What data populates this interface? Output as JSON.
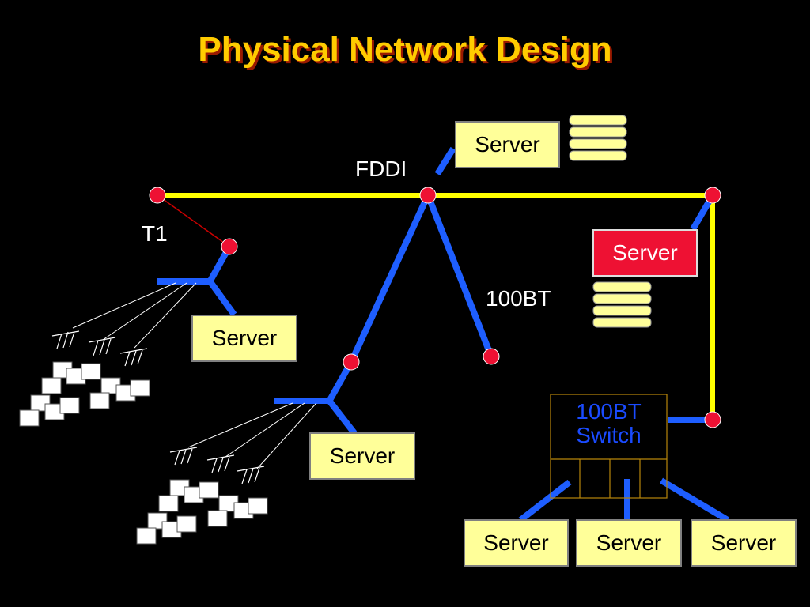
{
  "title": "Physical Network Design",
  "labels": {
    "fddi": "FDDI",
    "t1": "T1",
    "bt100": "100BT"
  },
  "servers": {
    "top": "Server",
    "red": "Server",
    "left": "Server",
    "middle": "Server",
    "bottom1": "Server",
    "bottom2": "Server",
    "bottom3": "Server"
  },
  "switch": {
    "line1": "100BT",
    "line2": "Switch"
  },
  "colors": {
    "background": "#000000",
    "title": "#FFCC00",
    "fddi_ring": "#FFFF00",
    "ethernet": "#1E5EFF",
    "node": "#EE1133",
    "server_box": "#FFFF99",
    "server_highlight": "#EE1133",
    "switch_text": "#1A4BFF",
    "t1_link": "#CC0000"
  }
}
